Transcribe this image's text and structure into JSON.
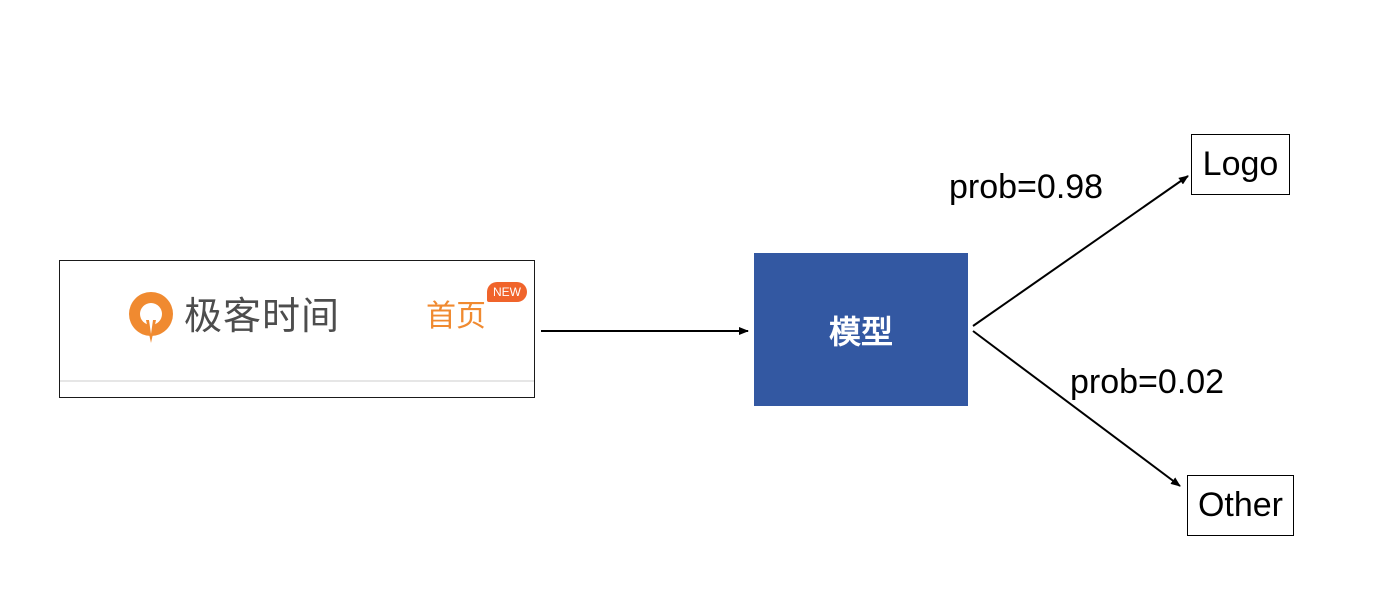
{
  "input_image": {
    "brand_name": "极客时间",
    "home_label": "首页",
    "badge": "NEW"
  },
  "model": {
    "label": "模型"
  },
  "outputs": [
    {
      "class_label": "Logo",
      "prob_label": "prob=0.98"
    },
    {
      "class_label": "Other",
      "prob_label": "prob=0.02"
    }
  ],
  "colors": {
    "model_box": "#3358a2",
    "brand_orange": "#f08a30",
    "badge": "#f0642b",
    "brand_text": "#4d4d4d"
  }
}
